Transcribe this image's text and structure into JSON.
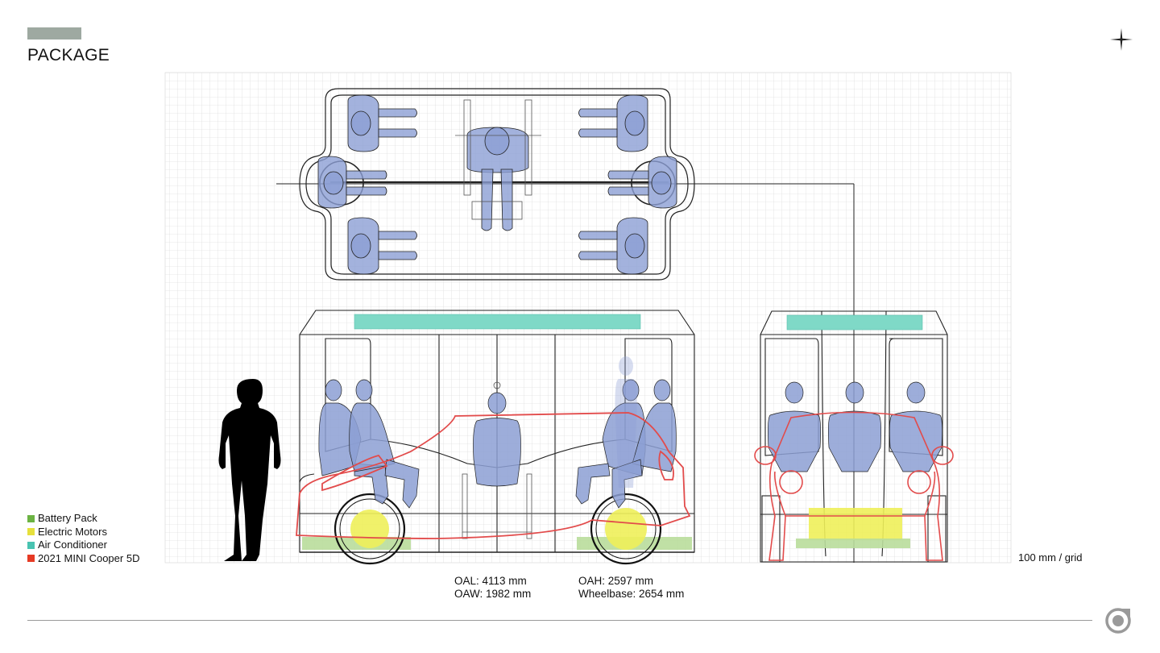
{
  "header": {
    "title": "PACKAGE"
  },
  "legend": [
    {
      "label": "Battery Pack",
      "color": "#6cb343"
    },
    {
      "label": "Electric Motors",
      "color": "#e6e03c"
    },
    {
      "label": "Air Conditioner",
      "color": "#49c3b1"
    },
    {
      "label": "2021 MINI Cooper 5D",
      "color": "#e63a24"
    }
  ],
  "grid_scale": "100 mm / grid",
  "specs": {
    "oal": "OAL: 4113 mm",
    "oaw": "OAW: 1982 mm",
    "oah": "OAH: 2597 mm",
    "wheelbase": "Wheelbase: 2654 mm"
  },
  "colors": {
    "occupant": "#8c9fd4",
    "ac_unit": "#7fd9c7",
    "motor": "#eef05a",
    "battery": "#b9dd9b",
    "mini_outline": "#e24b4b",
    "accent_bar": "#9ea9a1"
  },
  "icons": {
    "brand_star": "four-point-star-icon",
    "brand_logo": "ring-logo-icon"
  }
}
